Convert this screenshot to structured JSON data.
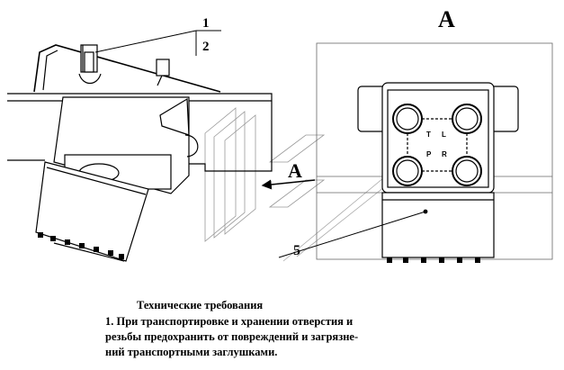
{
  "view_label": "А",
  "section_arrow_label": "А",
  "callouts": {
    "item_1": "1",
    "item_2": "2",
    "item_5": "5"
  },
  "ports": {
    "t": "T",
    "l": "L",
    "p": "P",
    "r": "R"
  },
  "notes": {
    "title": "Технические требования",
    "lines": [
      "1. При транспортировке и хранении отверстия и",
      "резьбы предохранить от повреждений и загрязне-",
      "ний транспортными заглушками."
    ]
  }
}
